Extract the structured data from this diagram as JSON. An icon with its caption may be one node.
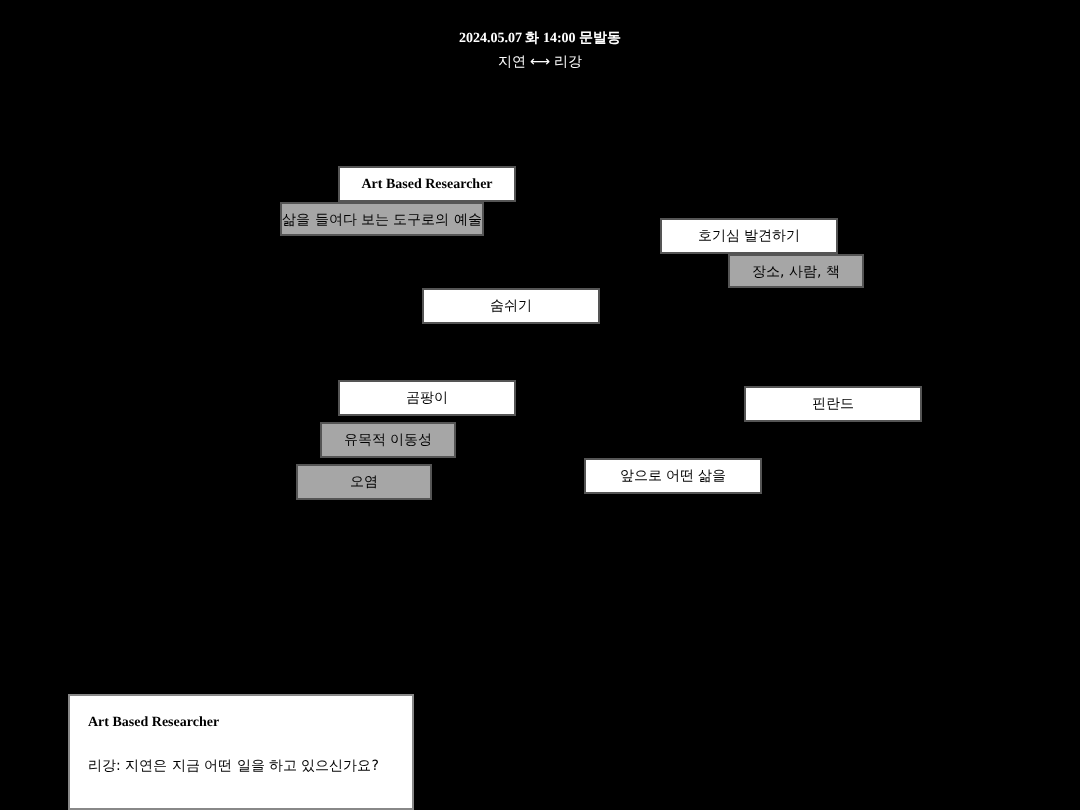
{
  "diagram": {
    "title": "2024.05.07 화 14:00 문발동",
    "nodes": [
      {
        "text": [
          "Art Based Researcher"
        ]
      },
      {
        "text": [
          "삶을 들여다 보는 도구로의 예술"
        ]
      },
      {
        "text": [
          "호기심 발견하기"
        ]
      },
      {
        "text": [
          "장소, 사람, 책"
        ]
      },
      {
        "text": [
          "숨쉬기"
        ]
      },
      {
        "text": [
          "곰팡이"
        ]
      },
      {
        "text": [
          "핀란드"
        ]
      },
      {
        "text": [
          "유목적 이동성"
        ]
      },
      {
        "text": [
          "앞으로 어떤 삶을"
        ]
      },
      {
        "text": [
          "오염"
        ]
      },
      {
        "text": [
          "Art Based Researcher",
          "리강: 지연은 지금 어떤 일을 하고 있으신가요?"
        ]
      }
    ],
    "labels": [
      "지연 ⟷ 리강"
    ]
  }
}
